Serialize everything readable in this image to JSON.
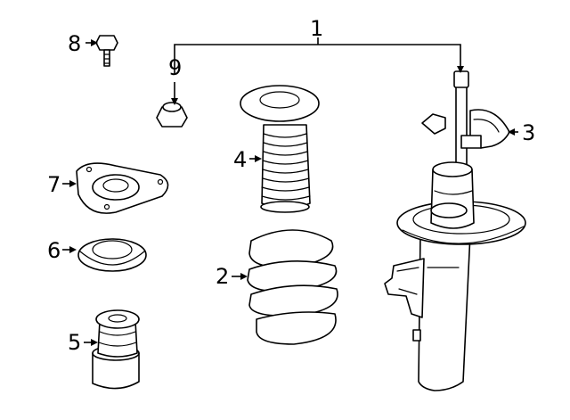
{
  "callouts": {
    "c1": "1",
    "c2": "2",
    "c3": "3",
    "c4": "4",
    "c5": "5",
    "c6": "6",
    "c7": "7",
    "c8": "8",
    "c9": "9"
  },
  "style": {
    "line_color": "#000000",
    "background": "#ffffff"
  }
}
